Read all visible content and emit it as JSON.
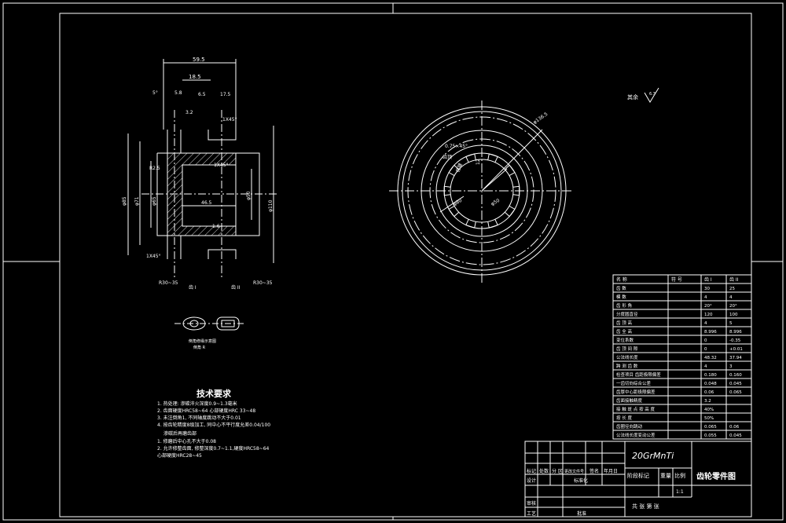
{
  "drawing": {
    "material": "20GrMnTi",
    "title": "齿轮零件图",
    "surface_finish_label": "其余",
    "surface_finish_value": "6.3"
  },
  "section_view": {
    "dim_overall_width": "59.5",
    "dim_top_a": "18.5",
    "dim_top_b": "5°",
    "dim_top_c": "6.5",
    "dim_top_d": "17.5",
    "dim_top_e": "5.8",
    "dim_chamfer_top": "1X45°",
    "dim_chamfer_inner": "1X45°",
    "dim_chamfer_bottom": "1X45°",
    "dim_bore_len": "46.5",
    "dim_left_1": "φ85",
    "dim_left_2": "R2.5",
    "dim_left_3": "φ71",
    "dim_left_4": "φ65",
    "dim_right_1": "φ110",
    "dim_right_2": "φ50",
    "dim_r_left": "R30~35",
    "dim_r_right": "R30~35",
    "detail_a": "齿 I",
    "detail_b": "齿 II",
    "roughness_1": "1.6",
    "roughness_2": "3.2"
  },
  "front_view": {
    "dim_outer": "φ136.5",
    "dim_chamfer": "0.75×45°",
    "dim_pitch": "φ80",
    "dim_inner": "φ50",
    "label_a": "齿顶",
    "label_b": "花键",
    "dim_spline": "12"
  },
  "detail_note": {
    "line1": "倒角修缘示意图",
    "line2": "倒角 R"
  },
  "notes": {
    "heading": "技术要求",
    "items": [
      "1. 热处理: 渗碳淬火深度0.9~1.3毫米",
      "2. 齿面硬度HRC58~64 心部硬度HRC 33~48",
      "3. 未注倒角1, 不同轴度跳动不大于0.01",
      "4. 按齿轮精度8级加工, 同中心不平行度允差0.04/100"
    ],
    "sub_heading": "渗碳后再磨齿部",
    "sub_items": [
      "1. 修磨后中心孔不大于0.08",
      "2. 允许修整齿面, 修整深度0.7~1.1,硬度HRC58~64",
      "心部硬度HRC28~45"
    ]
  },
  "param_table": {
    "header": [
      "名 称",
      "符 号",
      "齿 I",
      "齿 II"
    ],
    "rows": [
      [
        "齿 数",
        "",
        "30",
        "25"
      ],
      [
        "模 数",
        "",
        "4",
        "4"
      ],
      [
        "齿 形 角",
        "",
        "20°",
        "20°"
      ],
      [
        "分度圆直径",
        "",
        "120",
        "100"
      ],
      [
        "齿 顶 高",
        "",
        "4",
        "5"
      ],
      [
        "齿 全 高",
        "",
        "8.996",
        "8.996"
      ],
      [
        "变位系数",
        "",
        "0",
        "-0.35"
      ],
      [
        "齿 顶 间 隙",
        "",
        "0",
        "+0.01"
      ],
      [
        "公法线长度",
        "",
        "48.32",
        "37.94"
      ],
      [
        "跨 测 齿 数",
        "",
        "4",
        "3"
      ],
      [
        "检查项目 齿距极限偏差",
        "",
        "0.180",
        "0.160"
      ],
      [
        "一齿切向综合公差",
        "",
        "0.048",
        "0.045"
      ],
      [
        "齿厚中心距极限偏差",
        "",
        "0.06",
        "0.065"
      ],
      [
        "齿面接触精度",
        "",
        "3.2",
        ""
      ],
      [
        "接 触 斑 点  按 高 度",
        "",
        "40%",
        ""
      ],
      [
        "按 长 度",
        "",
        "50%",
        ""
      ],
      [
        "齿圈径向跳动",
        "",
        "0.065",
        "0.06"
      ],
      [
        "公法线长度变动公差",
        "",
        "0.055",
        "0.045"
      ]
    ]
  },
  "title_block": {
    "material": "20GrMnTi",
    "title": "齿轮零件图",
    "c_mark": "标记",
    "c_count": "处数",
    "c_zone": "分 区",
    "c_doc": "更改文件号",
    "c_sign": "签名",
    "c_date": "年月日",
    "c_design": "设计",
    "c_std": "标准化",
    "c_check": "审核",
    "c_process": "工艺",
    "c_approve": "批准",
    "c_stage": "阶段标记",
    "c_weight": "重量",
    "c_scale": "比例",
    "scale_value": "1:1",
    "sheets": "共 张  第 张"
  }
}
